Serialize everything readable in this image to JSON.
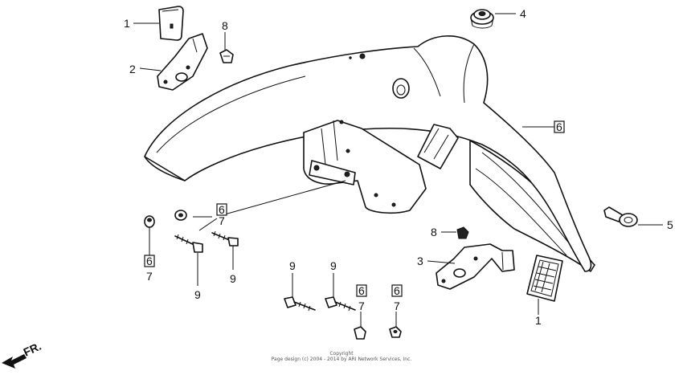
{
  "callouts": {
    "c1a": "1",
    "c1b": "1",
    "c2": "2",
    "c3": "3",
    "c4": "4",
    "c5": "5",
    "c6_fender": "6",
    "c6_a": "6",
    "c6_b": "6",
    "c6_c": "6",
    "c6_d": "6",
    "c7_a": "7",
    "c7_b": "7",
    "c7_c": "7",
    "c7_d": "7",
    "c8_a": "8",
    "c8_b": "8",
    "c9_a": "9",
    "c9_b": "9",
    "c9_c": "9",
    "c9_d": "9"
  },
  "direction_label": "FR.",
  "copyright": {
    "line1": "Copyright",
    "line2": "Page design (c) 2004 - 2014 by ARI Network Services, Inc."
  }
}
